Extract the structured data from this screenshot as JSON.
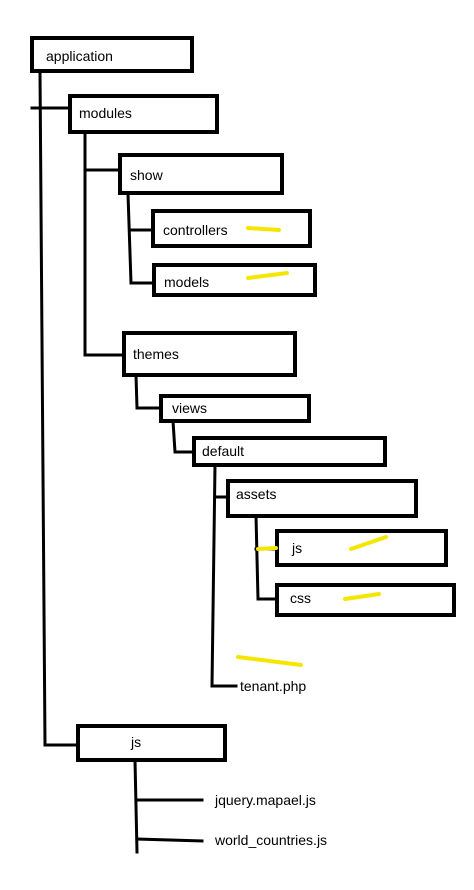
{
  "colors": {
    "background": "#ffffff",
    "stroke": "#000000",
    "highlight": "#f5e600"
  },
  "tree": {
    "application": "application",
    "modules": "modules",
    "show": "show",
    "controllers": "controllers",
    "models": "models",
    "themes": "themes",
    "views": "views",
    "default": "default",
    "assets": "assets",
    "assets_js": "js",
    "assets_css": "css",
    "tenant_php": "tenant.php",
    "root_js": "js",
    "jquery_mapael": "jquery.mapael.js",
    "world_countries": "world_countries.js"
  }
}
